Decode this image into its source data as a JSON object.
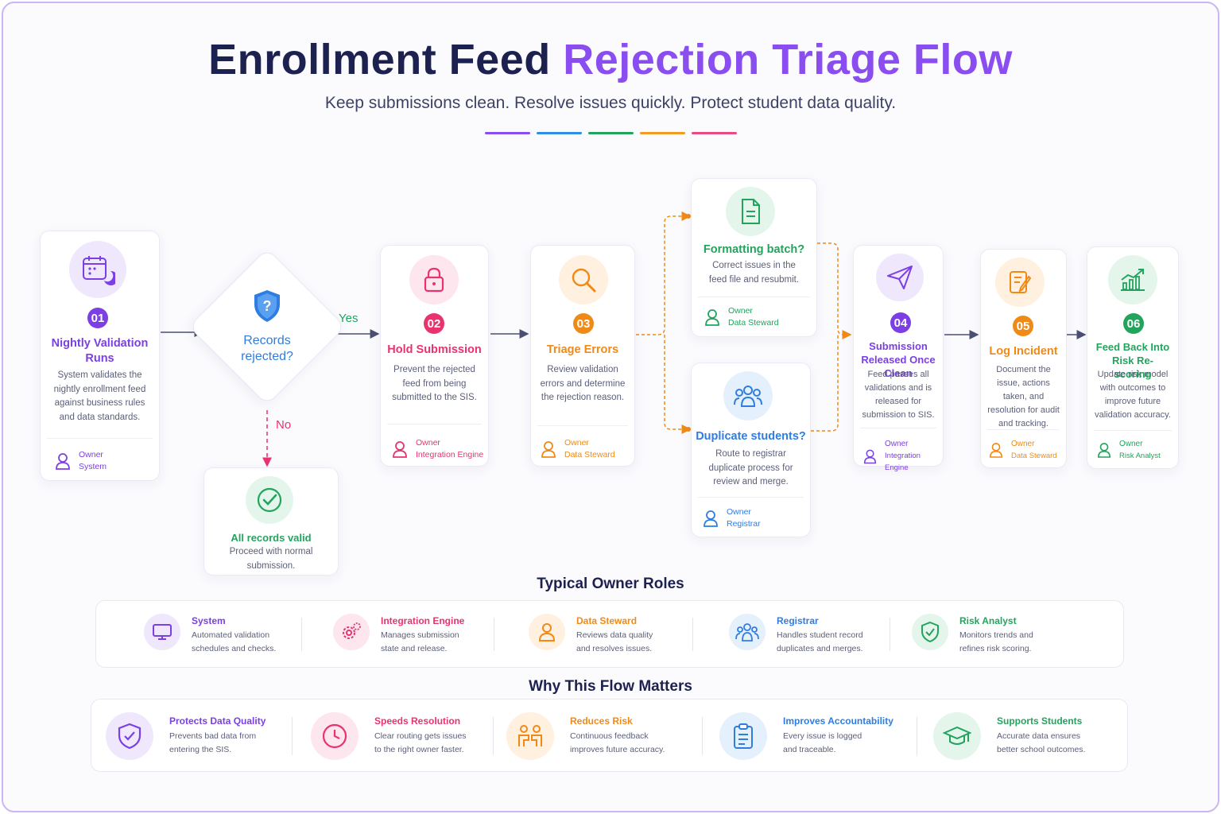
{
  "title": {
    "part1": "Enrollment Feed",
    "part2": "Rejection Triage Flow"
  },
  "subtitle": "Keep submissions clean. Resolve issues quickly. Protect student data quality.",
  "colors": {
    "purple": "#7b3fe4",
    "blue": "#2f7de1",
    "green": "#22a45d",
    "orange": "#f08a17",
    "pink": "#e8336e",
    "navy": "#1d2150"
  },
  "flow": {
    "step1": {
      "num": "01",
      "title": "Nightly Validation Runs",
      "desc": "System validates the nightly enrollment feed against business rules and data standards.",
      "owner_label": "Owner",
      "owner": "System",
      "icon": "calendar-moon-icon"
    },
    "decision": {
      "text": "Records rejected?",
      "yes": "Yes",
      "no": "No",
      "icon": "shield-question-icon"
    },
    "valid": {
      "title": "All records valid",
      "desc": "Proceed with normal submission.",
      "icon": "check-circle-icon"
    },
    "step2": {
      "num": "02",
      "title": "Hold Submission",
      "desc": "Prevent the rejected feed from being submitted to the SIS.",
      "owner_label": "Owner",
      "owner": "Integration Engine",
      "icon": "lock-icon"
    },
    "step3": {
      "num": "03",
      "title": "Triage Errors",
      "desc": "Review validation errors and determine the rejection reason.",
      "owner_label": "Owner",
      "owner": "Data Steward",
      "icon": "magnifier-icon"
    },
    "formatting": {
      "title": "Formatting batch?",
      "desc": "Correct issues in the feed file and resubmit.",
      "owner_label": "Owner",
      "owner": "Data Steward",
      "icon": "document-icon"
    },
    "duplicate": {
      "title": "Duplicate students?",
      "desc": "Route to registrar duplicate process for review and merge.",
      "owner_label": "Owner",
      "owner": "Registrar",
      "icon": "users-icon"
    },
    "step4": {
      "num": "04",
      "title": "Submission Released Once Clean",
      "desc": "Feed passes all validations and is released for submission to SIS.",
      "owner_label": "Owner",
      "owner": "Integration Engine",
      "icon": "paper-plane-icon"
    },
    "step5": {
      "num": "05",
      "title": "Log Incident",
      "desc": "Document the issue, actions taken, and resolution for audit and tracking.",
      "owner_label": "Owner",
      "owner": "Data Steward",
      "icon": "notebook-pen-icon"
    },
    "step6": {
      "num": "06",
      "title": "Feed Back Into Risk Re-scoring",
      "desc": "Update risk model with outcomes to improve future validation accuracy.",
      "owner_label": "Owner",
      "owner": "Risk Analyst",
      "icon": "growth-chart-icon"
    }
  },
  "roles": {
    "heading": "Typical Owner Roles",
    "items": [
      {
        "title": "System",
        "desc": "Automated validation schedules and checks.",
        "icon": "monitor-icon"
      },
      {
        "title": "Integration Engine",
        "desc": "Manages submission state and release.",
        "icon": "gears-icon"
      },
      {
        "title": "Data Steward",
        "desc": "Reviews data quality and resolves issues.",
        "icon": "person-icon"
      },
      {
        "title": "Registrar",
        "desc": "Handles student record duplicates and merges.",
        "icon": "group-icon"
      },
      {
        "title": "Risk Analyst",
        "desc": "Monitors trends and refines risk scoring.",
        "icon": "shield-check-icon"
      }
    ]
  },
  "why": {
    "heading": "Why This Flow Matters",
    "items": [
      {
        "title": "Protects Data Quality",
        "desc": "Prevents bad data from entering the SIS.",
        "icon": "shield-check-icon"
      },
      {
        "title": "Speeds Resolution",
        "desc": "Clear routing gets issues to the right owner faster.",
        "icon": "clock-icon"
      },
      {
        "title": "Reduces Risk",
        "desc": "Continuous feedback improves future accuracy.",
        "icon": "people-arrows-icon"
      },
      {
        "title": "Improves Accountability",
        "desc": "Every issue is logged and traceable.",
        "icon": "clipboard-icon"
      },
      {
        "title": "Supports Students",
        "desc": "Accurate data ensures better school outcomes.",
        "icon": "graduation-cap-icon"
      }
    ]
  }
}
